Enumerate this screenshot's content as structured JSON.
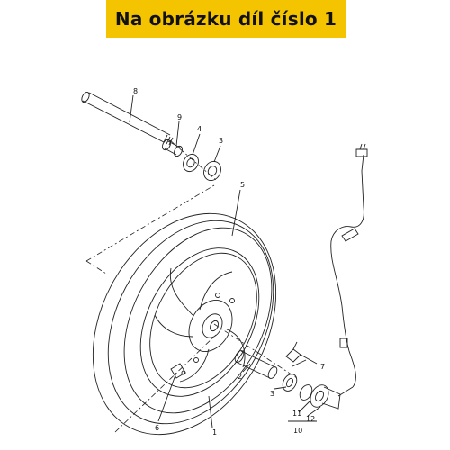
{
  "banner": {
    "text": "Na obrázku díl číslo 1"
  },
  "callouts": [
    "1",
    "2",
    "3",
    "4",
    "5",
    "6",
    "7",
    "8",
    "9",
    "10",
    "11",
    "12",
    "3"
  ],
  "colors": {
    "banner_bg": "#f5c400",
    "line": "#222222"
  }
}
